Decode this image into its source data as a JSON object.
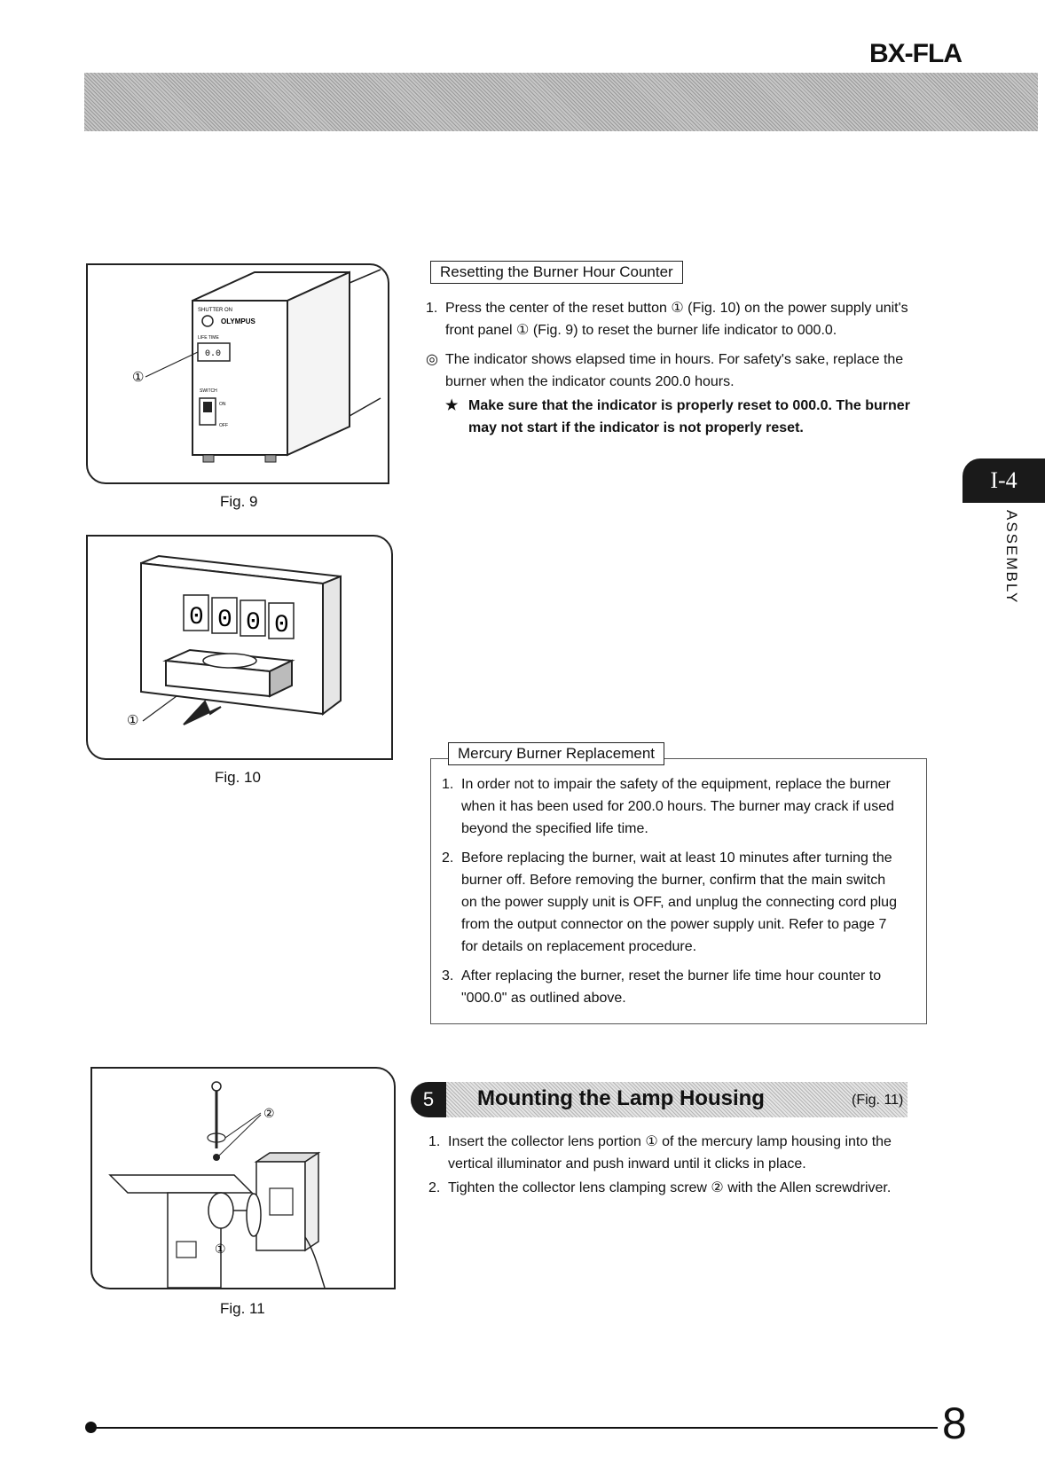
{
  "header": {
    "model": "BX-FLA"
  },
  "figures": {
    "fig9": "Fig. 9",
    "fig10": "Fig. 10",
    "fig11": "Fig. 11",
    "callout1": "①",
    "callout2": "②"
  },
  "fig9_labels": {
    "device_top": "SHUTTER ON",
    "brand": "OLYMPUS",
    "lifetime": "LIFE TIME",
    "counter": "0.0",
    "switch": "SWITCH",
    "on": "ON",
    "off": "OFF"
  },
  "fig10_labels": {
    "digits": [
      "0",
      "0",
      "0",
      "0"
    ]
  },
  "resetting": {
    "title": "Resetting the Burner Hour Counter",
    "steps": [
      {
        "num": "1.",
        "text": "Press the center of the reset button ① (Fig. 10) on the power supply unit's front panel ① (Fig. 9) to reset the burner life indicator to 000.0."
      }
    ],
    "note_mark": "◎",
    "note": "The indicator shows elapsed time in hours. For safety's sake, replace the burner when the indicator counts 200.0 hours.",
    "warning_mark": "★",
    "warning": "Make sure that the indicator is properly reset to 000.0. The burner may not start if the indicator is not properly reset."
  },
  "mercury": {
    "title": "Mercury Burner Replacement",
    "steps": [
      {
        "num": "1.",
        "text": "In order not to impair the safety of the equipment, replace the burner when it has been used for 200.0 hours. The burner may crack if used beyond the specified life time."
      },
      {
        "num": "2.",
        "text": "Before replacing the burner, wait at least 10 minutes after turning the burner off. Before removing the burner, confirm that the main switch on the power supply unit is OFF, and unplug the connecting cord plug from the output connector on the power supply unit. Refer to page 7 for details on replacement procedure."
      },
      {
        "num": "3.",
        "text": "After replacing the burner, reset the burner life time hour counter to \"000.0\" as outlined above."
      }
    ]
  },
  "mounting": {
    "number": "5",
    "title": "Mounting the Lamp Housing",
    "fig_ref": "(Fig. 11)",
    "steps": [
      {
        "num": "1.",
        "text": "Insert the collector lens portion ① of the mercury lamp housing into the vertical illuminator and push inward until it clicks in place."
      },
      {
        "num": "2.",
        "text": "Tighten the collector lens clamping screw ② with the Allen screwdriver."
      }
    ]
  },
  "sidebar": {
    "chapter": "I-4",
    "label": "ASSEMBLY"
  },
  "footer": {
    "page_number": "8"
  }
}
